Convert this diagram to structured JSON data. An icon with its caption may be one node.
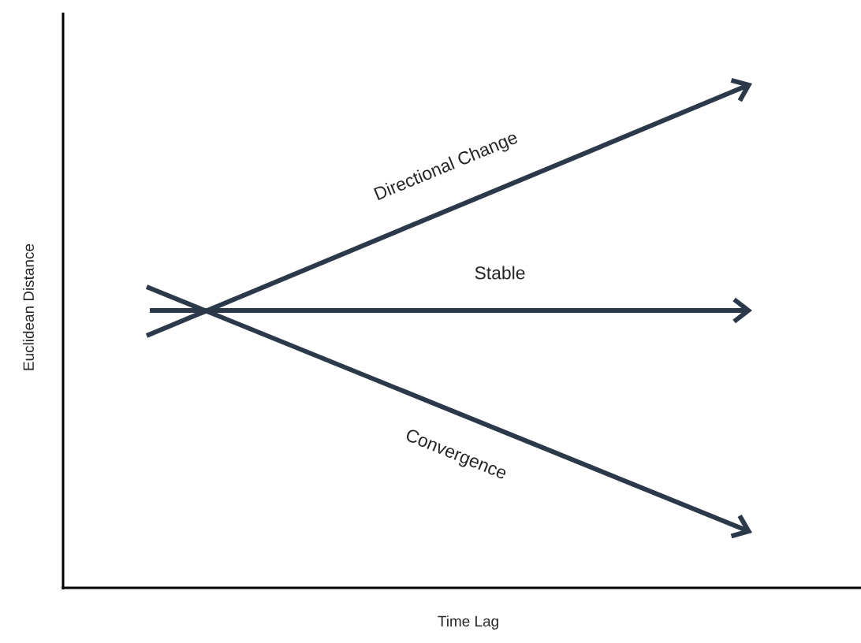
{
  "diagram": {
    "labels": [
      "Directional Change",
      "Stable",
      "Convergence",
      "Euclidean Distance",
      "Time Lag"
    ]
  }
}
